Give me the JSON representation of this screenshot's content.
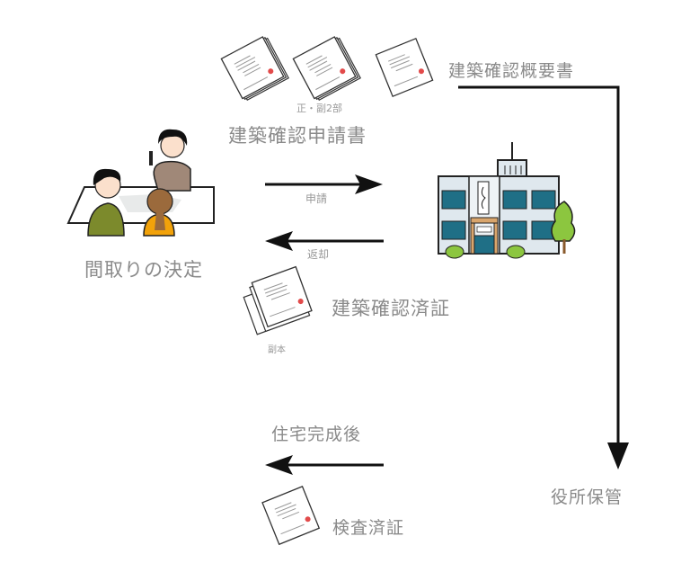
{
  "labels": {
    "application_doc": "建築確認申請書",
    "copies_note": "正・副2部",
    "summary_doc": "建築確認概要書",
    "floor_plan": "間取りの決定",
    "apply": "申請",
    "return": "返却",
    "certificate": "建築確認済証",
    "duplicate": "副本",
    "after_completion": "住宅完成後",
    "inspection_cert": "検査済証",
    "office_storage": "役所保管"
  },
  "colors": {
    "arrow": "#111111",
    "text": "#8a8a8a",
    "stamp": "#e24a4a",
    "building_window": "#1f6f86",
    "building_wall": "#dfe8ee",
    "tree": "#8cc63f",
    "person_green": "#7c8a2c",
    "person_orange": "#f2a20a",
    "person_brown": "#a08878"
  }
}
